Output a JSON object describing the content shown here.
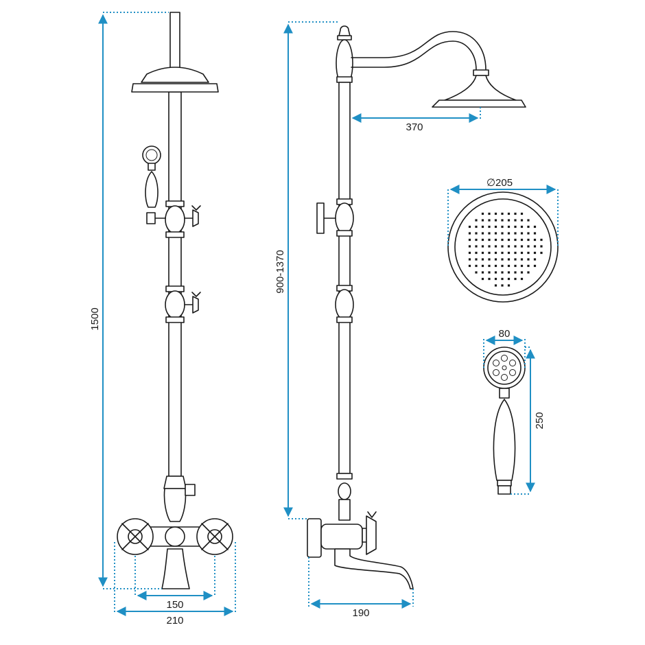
{
  "colors": {
    "dimension": "#1f8fc4",
    "outline": "#1a1a1a",
    "background": "#ffffff"
  },
  "dimensions": {
    "total_height": "1500",
    "adjustable_height": "900-1370",
    "arm_reach": "370",
    "rain_head_diameter": "∅205",
    "hand_shower_width": "80",
    "hand_shower_length": "250",
    "inlet_spacing": "150",
    "mixer_width": "210",
    "spout_projection": "190"
  }
}
